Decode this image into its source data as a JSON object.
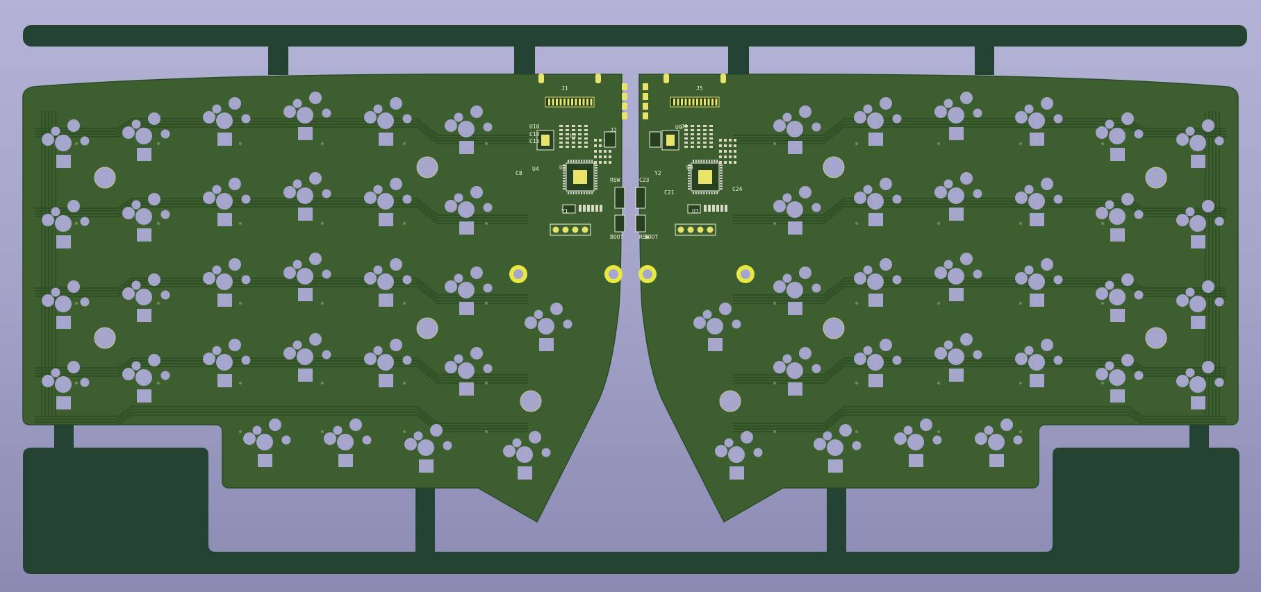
{
  "colors": {
    "frame": "#234232",
    "board": "#3d5f30",
    "board_edge": "#2c4a26",
    "trace": "#2a4a23",
    "hole": "#a6a6cc",
    "pad": "#a6a6cc",
    "mount_ring": "#e8e842",
    "silkscreen": "#f0f0e0",
    "copper_pad": "#e9e36b"
  },
  "boards": [
    {
      "id": "left",
      "designators": [
        "J1",
        "J2",
        "U10",
        "U4",
        "U2",
        "U3",
        "Y1",
        "C8",
        "C14",
        "C15",
        "RSW",
        "BOOT"
      ]
    },
    {
      "id": "right",
      "designators": [
        "J5",
        "J6",
        "U9",
        "U8",
        "U7",
        "Y2",
        "C24",
        "C21",
        "C23",
        "RSW",
        "BOOT"
      ]
    }
  ]
}
